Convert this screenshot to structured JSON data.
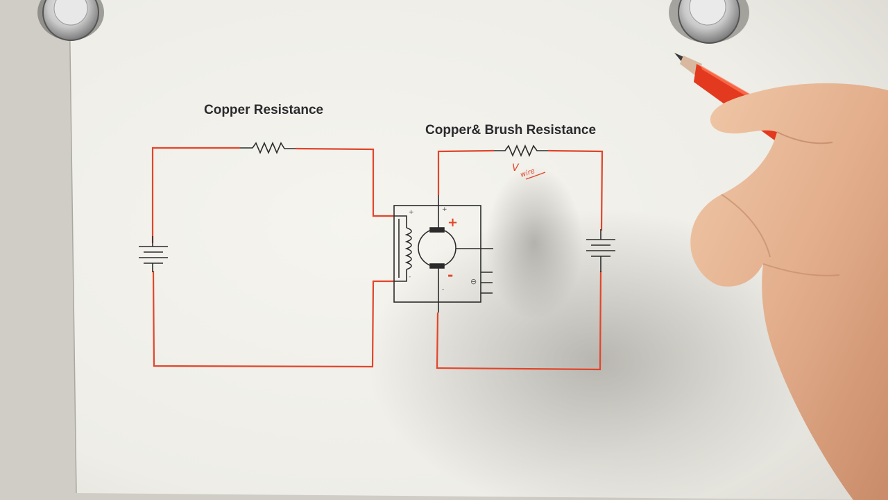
{
  "labels": {
    "left_circuit_title": "Copper Resistance",
    "right_circuit_title": "Copper& Brush Resistance"
  },
  "handwritten": {
    "v_symbol": "V",
    "v_subscript": "wire",
    "plus_mark": "+",
    "minus_mark": "-"
  },
  "motor_terminals": {
    "field_top": "+",
    "field_bottom": "-",
    "armature_top": "+",
    "armature_bottom": "-",
    "shaft_symbol": "⊖"
  },
  "colors": {
    "wire": "#e2452a",
    "component": "#2b2b2b",
    "paper": "#f2f1ec",
    "background": "#cfcdc6"
  }
}
